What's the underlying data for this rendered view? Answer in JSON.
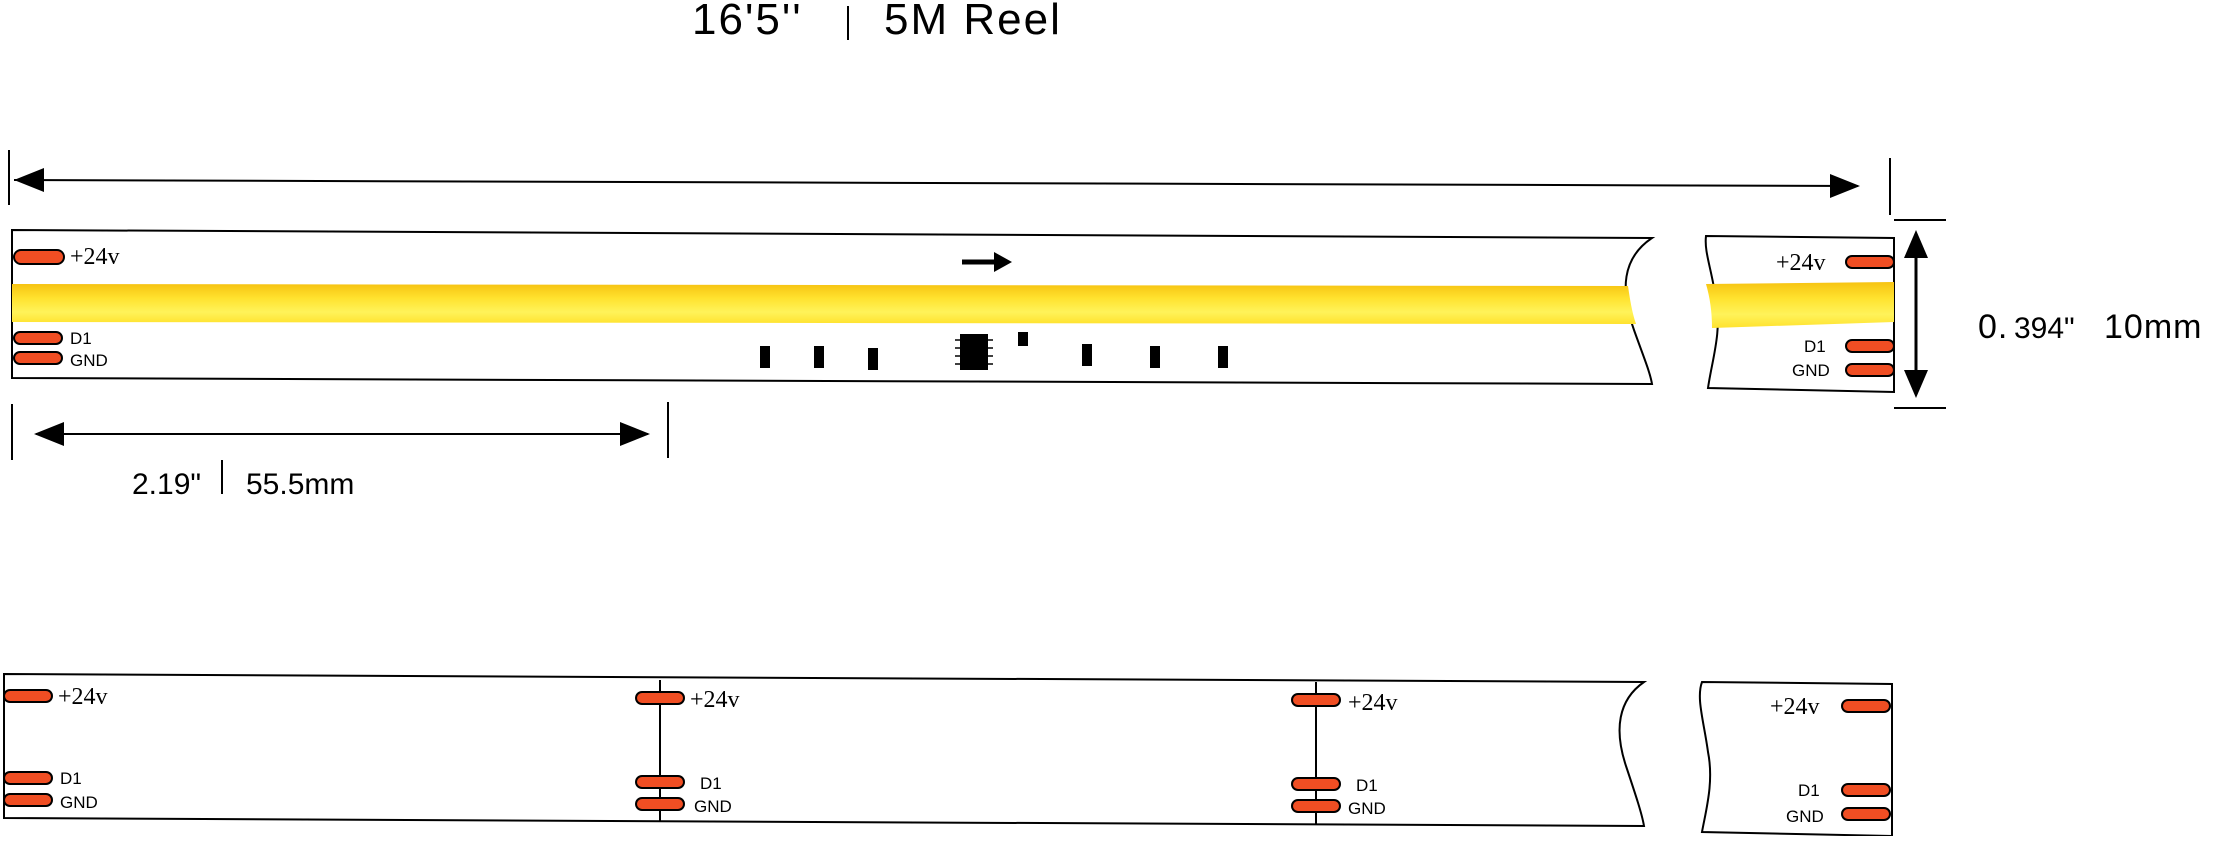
{
  "colors": {
    "pad": "#f04e23",
    "cob_light": "#fff35a",
    "cob_mid": "#ffe22e",
    "cob_dark": "#f6c312",
    "line": "#000000"
  },
  "labels": {
    "reel_length": "16'5''",
    "reel_length_metric": "5M Reel",
    "cut_length_imperial": "2.19\"",
    "cut_length_metric": "55.5mm",
    "width_imperial_whole": "0.",
    "width_imperial_frac": "394\"",
    "width_metric": "10mm",
    "voltage": "+24v",
    "data": "D1",
    "ground": "GND"
  }
}
